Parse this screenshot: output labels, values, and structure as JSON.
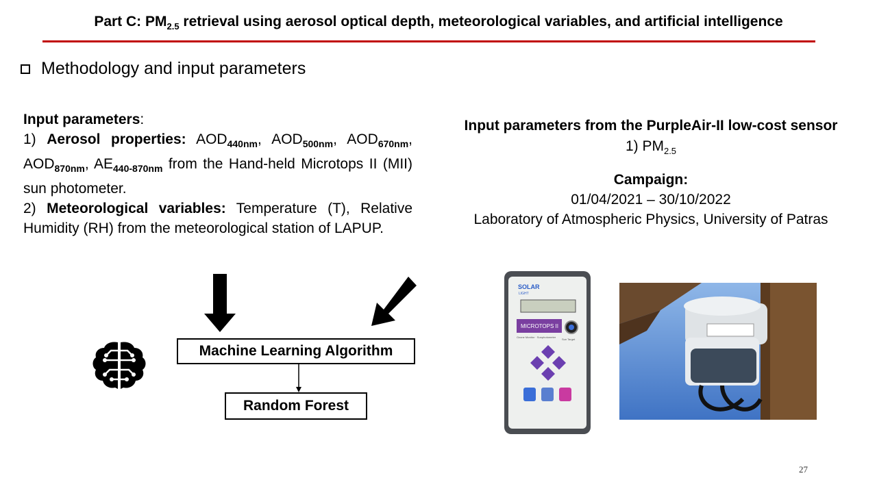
{
  "slide": {
    "title_pre": "Part C: PM",
    "title_sub": "2.5",
    "title_post": " retrieval using aerosol optical depth, meteorological variables, and artificial intelligence",
    "section_heading": "Methodology and input parameters",
    "page_number": "27"
  },
  "left": {
    "heading": "Input parameters",
    "heading_colon": ":",
    "item1_num": "1) ",
    "item1_bold": "Aerosol properties",
    "item1_colon": ":",
    "aod": "AOD",
    "aod440_sub": "440nm",
    "aod500_sub": "500nm",
    "aod670_sub": "670nm",
    "aod870_sub": "870nm",
    "ae": "AE",
    "ae_sub": "440-870nm",
    "item1_tail": " from the Hand-held Microtops II (MII) sun photometer.",
    "item2_num": "2) ",
    "item2_bold": "Meteorological variables:",
    "item2_text": " Temperature (T), Relative Humidity (RH) from the meteorological station of LAPUP."
  },
  "right": {
    "heading": "Input parameters from the PurpleAir-II low-cost sensor",
    "pm_prefix": "1) PM",
    "pm_sub": "2.5",
    "campaign_label": "Campaign:",
    "campaign_dates": "01/04/2021 – 30/10/2022",
    "campaign_location": "Laboratory of Atmospheric Physics, University of Patras"
  },
  "diagram": {
    "ml_label": "Machine Learning Algorithm",
    "rf_label": "Random Forest"
  },
  "device": {
    "brand": "SOLAR",
    "brand_sub": "LIGHT",
    "model": "MICROTOPS II",
    "model_sub": "Ozone Monitor · Sunphotometer",
    "sun_target": "Sun Target"
  },
  "icons": {
    "brain": "brain-circuit-icon",
    "checkbox": "checkbox-icon"
  },
  "colors": {
    "accent_red": "#c00000",
    "device_purple": "#7a3fa0",
    "device_blue": "#2a5cc7"
  }
}
